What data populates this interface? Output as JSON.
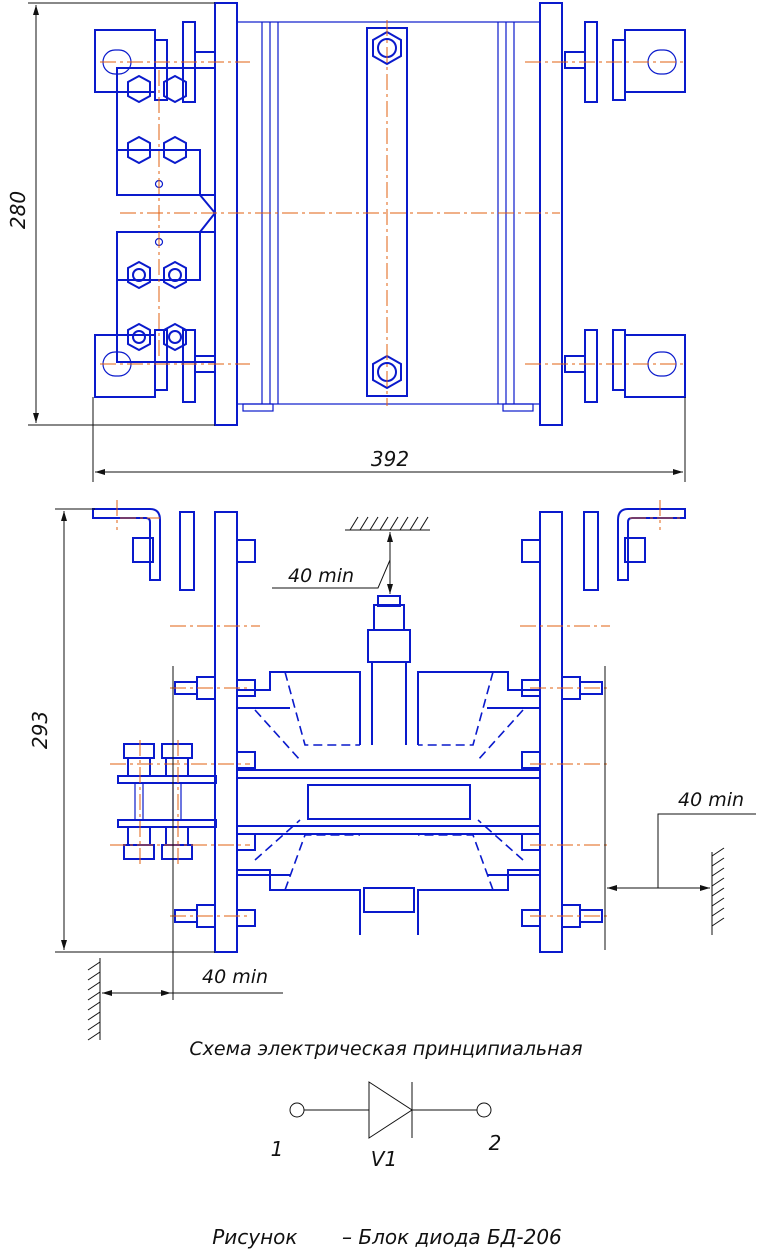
{
  "colors": {
    "ink": "#0a1acc",
    "axis": "#e06010",
    "dim": "#111111"
  },
  "dimensions": {
    "height_top": "280",
    "width_top": "392",
    "height_bottom": "293",
    "clearance_top": "40 min",
    "clearance_right": "40 min",
    "clearance_left": "40 min"
  },
  "schematic": {
    "title": "Схема электрическая принципиальная",
    "terminal_1": "1",
    "terminal_2": "2",
    "component": "V1"
  },
  "caption": "Рисунок       – Блок диода БД-206"
}
